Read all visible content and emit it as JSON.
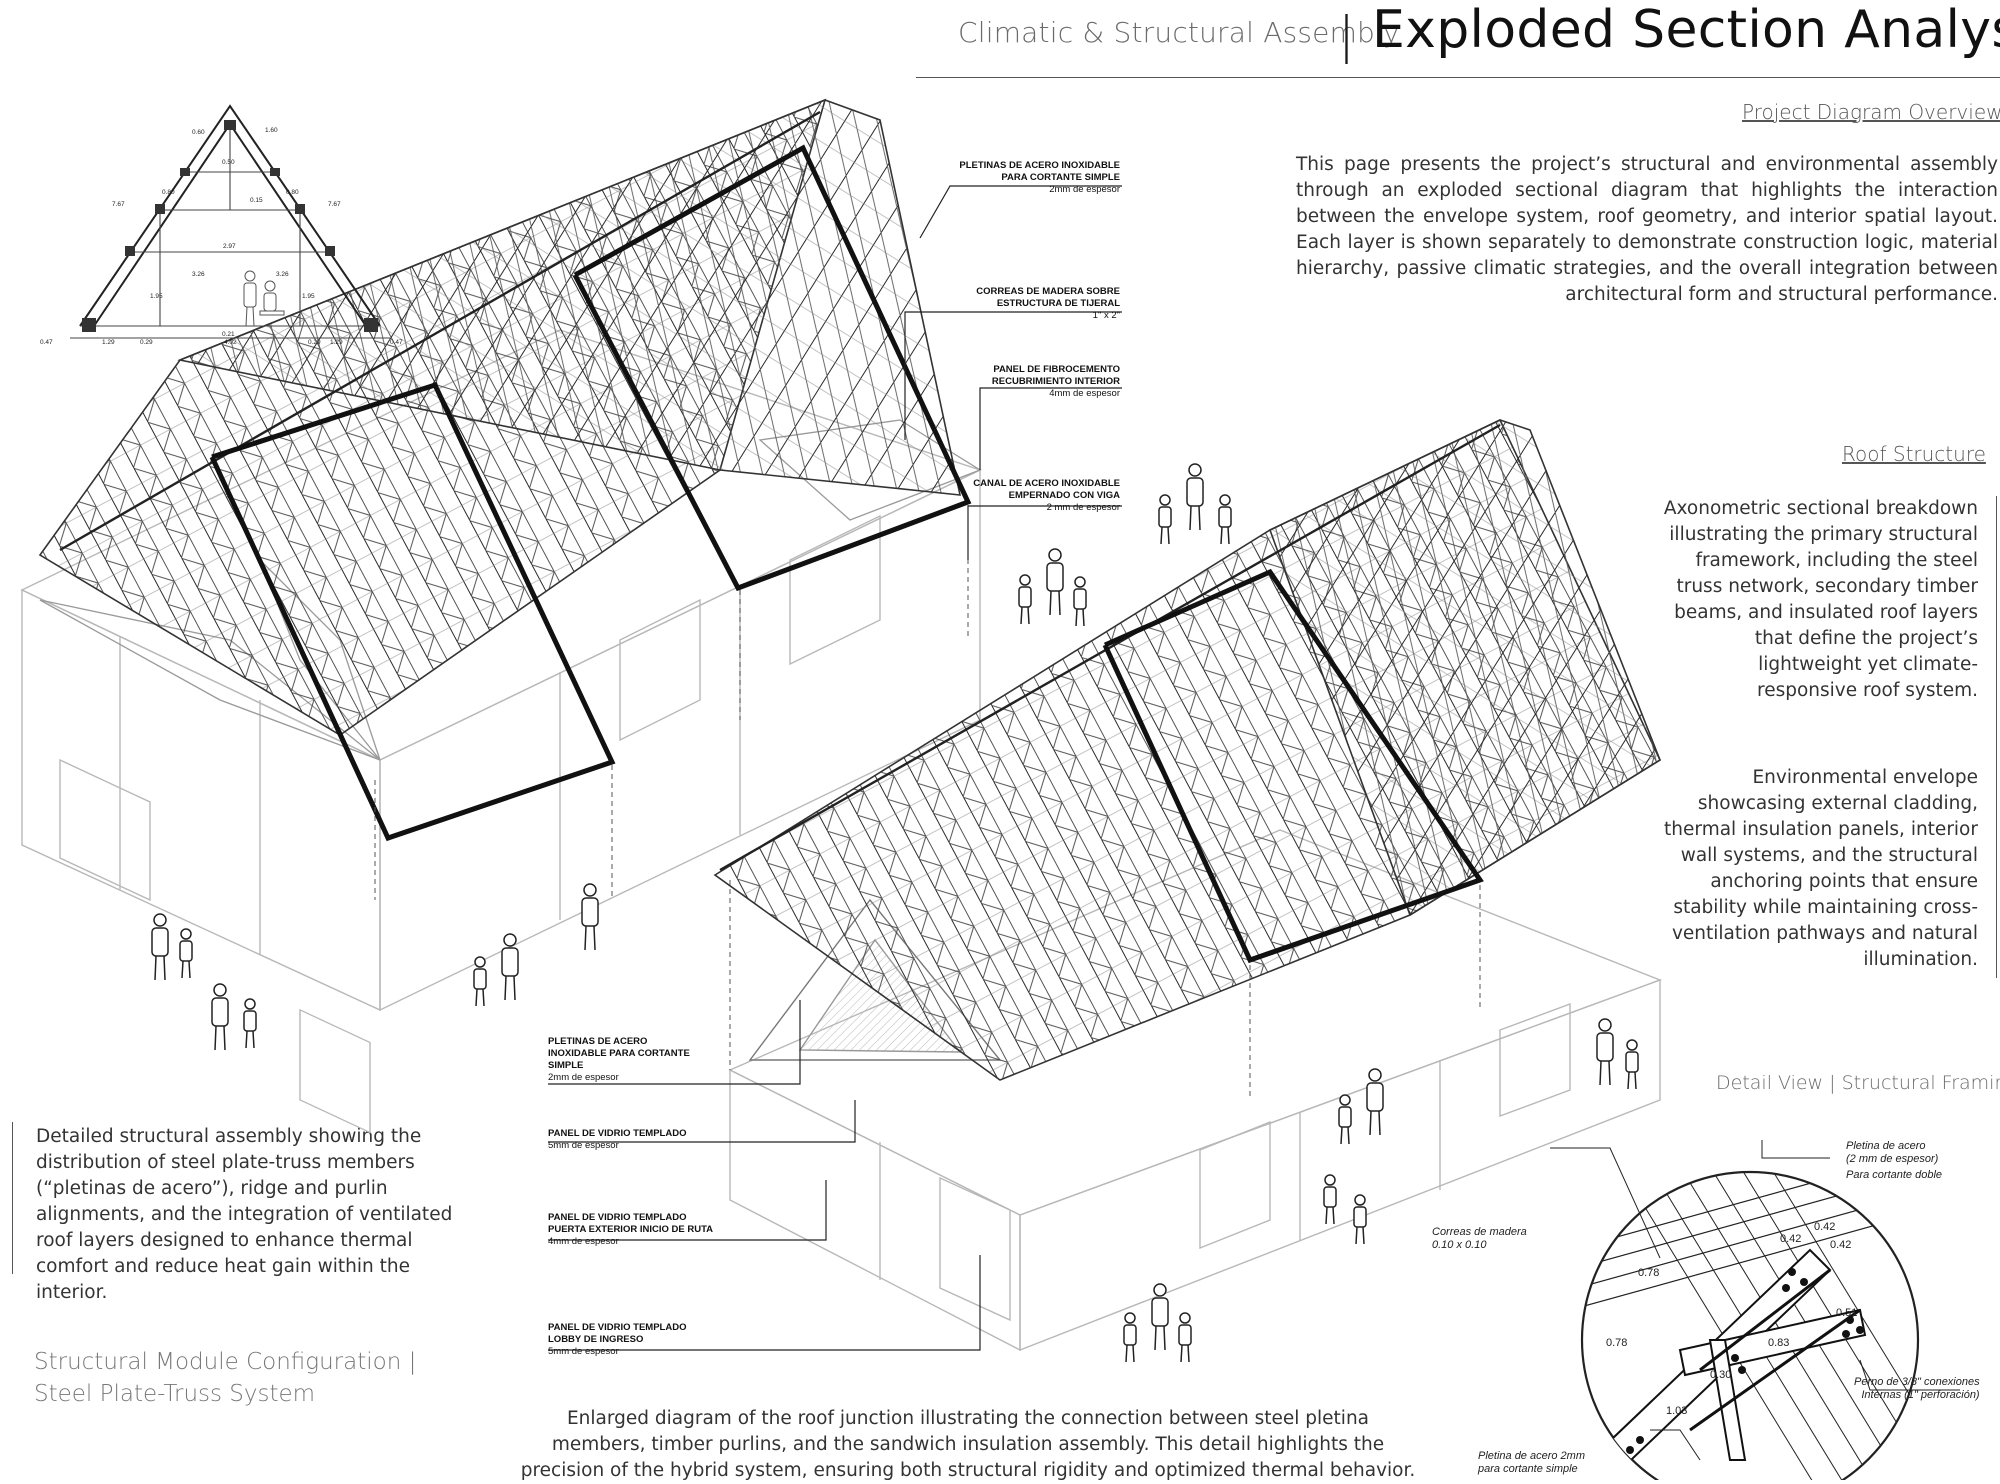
{
  "header": {
    "subtitle": "Climatic & Structural Assembly",
    "separator": "|",
    "title": "Exploded Section Analysis"
  },
  "overview": {
    "heading": "Project Diagram Overview",
    "body": "This page presents the project’s structural and environmental assembly through an exploded sectional diagram that highlights the interaction between the envelope system, roof geometry, and interior spatial layout. Each layer is shown separately to demonstrate construction logic, material hierarchy, passive climatic strategies, and the overall integration between architectural form and structural performance."
  },
  "roof": {
    "heading": "Roof Structure",
    "body1": "Axonometric sectional breakdown illustrating the primary structural framework, including the steel truss network, secondary timber beams, and insulated roof layers that define the project’s lightweight yet climate-responsive roof system.",
    "body2": "Environmental envelope showcasing external cladding, thermal insulation panels, interior wall systems, and the structural anchoring points that ensure stability while maintaining cross-ventilation pathways and natural illumination."
  },
  "left_caption": "Detailed structural assembly showing the distribution of steel plate-truss members (“pletinas de acero”), ridge and purlin alignments, and the integration of ventilated roof layers designed to enhance thermal comfort and reduce heat gain within the interior.",
  "module_caption": {
    "line1": "Structural Module Configuration |",
    "line2": "Steel Plate-Truss System"
  },
  "bottom_caption": "Enlarged diagram of the roof junction illustrating the connection between steel pletina members, timber purlins, and the sandwich insulation assembly. This detail highlights the precision of the hybrid system, ensuring both structural rigidity and optimized thermal behavior.",
  "detail_view": {
    "title": "Detail View | Structural Framing",
    "labels": {
      "pletina_top_1": "Pletina de acero",
      "pletina_top_2": "(2 mm de espesor)",
      "pletina_top_3": "Para cortante doble",
      "correas_1": "Correas de madera",
      "correas_2": "0.10 x 0.10",
      "perno_1": "Perno de 3/8\" conexiones",
      "perno_2": "Internas (1\" perforación)",
      "pletina_bot_1": "Pletina de acero 2mm",
      "pletina_bot_2": "para cortante simple"
    },
    "dims": [
      "0.42",
      "0.42",
      "0.42",
      "0.78",
      "0.78",
      "0.51",
      "0.83",
      "0.30",
      "1.03"
    ]
  },
  "upper_callouts": [
    {
      "l1": "PLETINAS DE ACERO INOXIDABLE",
      "l2": "PARA CORTANTE SIMPLE",
      "l3": "2mm de espesor"
    },
    {
      "l1": "CORREAS DE MADERA SOBRE",
      "l2": "ESTRUCTURA DE TIJERAL",
      "l3": "1\" x 2\""
    },
    {
      "l1": "PANEL DE FIBROCEMENTO",
      "l2": "RECUBRIMIENTO INTERIOR",
      "l3": "4mm de espesor"
    },
    {
      "l1": "CANAL DE ACERO INOXIDABLE",
      "l2": "EMPERNADO CON VIGA",
      "l3": "2 mm de espesor"
    }
  ],
  "lower_callouts": [
    {
      "l1": "PLETINAS DE ACERO",
      "l2": "INOXIDABLE PARA CORTANTE",
      "l3": "SIMPLE",
      "l4": "2mm de espesor"
    },
    {
      "l1": "PANEL DE VIDRIO TEMPLADO",
      "l2": "5mm de espesor"
    },
    {
      "l1": "PANEL DE VIDRIO TEMPLADO",
      "l2": "PUERTA EXTERIOR INICIO DE RUTA",
      "l3": "4mm de espesor"
    },
    {
      "l1": "PANEL DE VIDRIO TEMPLADO",
      "l2": "LOBBY DE INGRESO",
      "l3": "5mm de espesor"
    }
  ],
  "section_dims": [
    "0.47",
    "0.47",
    "1.29",
    "1.29",
    "0.29",
    "0.29",
    "4.02",
    "2.97",
    "3.26",
    "3.26",
    "1.95",
    "1.95",
    "0.80",
    "0.80",
    "7.67",
    "7.67",
    "1.60",
    "0.60",
    "0.50",
    "0.21",
    "0.15"
  ]
}
